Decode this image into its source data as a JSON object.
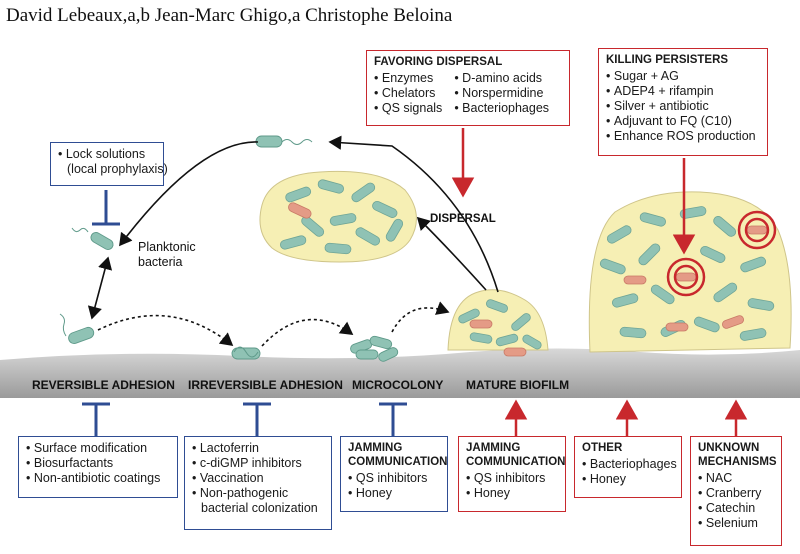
{
  "authors": "David Lebeaux,a,b Jean-Marc Ghigo,a Christophe Beloina",
  "labels": {
    "planktonic": "Planktonic",
    "bacteria": "bacteria",
    "dispersal": "DISPERSAL"
  },
  "stages": [
    "REVERSIBLE ADHESION",
    "IRREVERSIBLE ADHESION",
    "MICROCOLONY",
    "MATURE BIOFILM"
  ],
  "lock_box": {
    "items": [
      "Lock solutions",
      "(local prophylaxis)"
    ]
  },
  "favoring_dispersal": {
    "title": "FAVORING DISPERSAL",
    "col1": [
      "Enzymes",
      "Chelators",
      "QS signals"
    ],
    "col2": [
      "D-amino acids",
      "Norspermidine",
      "Bacteriophages"
    ]
  },
  "killing_persisters": {
    "title": "KILLING PERSISTERS",
    "items": [
      "Sugar + AG",
      "ADEP4 + rifampin",
      "Silver + antibiotic",
      "Adjuvant to FQ (C10)",
      "Enhance ROS production"
    ]
  },
  "bottom_boxes": {
    "surface": [
      "Surface modification",
      "Biosurfactants",
      "Non-antibiotic coatings"
    ],
    "irreversible": [
      "Lactoferrin",
      "c-diGMP inhibitors",
      "Vaccination",
      "Non-pathogenic",
      "bacterial colonization"
    ],
    "jamming_blue": {
      "title1": "JAMMING",
      "title2": "COMMUNICATION",
      "items": [
        "QS inhibitors",
        "Honey"
      ]
    },
    "jamming_red": {
      "title1": "JAMMING",
      "title2": "COMMUNICATION",
      "items": [
        "QS inhibitors",
        "Honey"
      ]
    },
    "other": {
      "title": "OTHER",
      "items": [
        "Bacteriophages",
        "Honey"
      ]
    },
    "unknown": {
      "title1": "UNKNOWN",
      "title2": "MECHANISMS",
      "items": [
        "NAC",
        "Cranberry",
        "Catechin",
        "Selenium"
      ]
    }
  },
  "colors": {
    "inhibit_blue": "#2f4d93",
    "promote_red": "#c8282d",
    "matrix_yellow": "#f6efb4",
    "cell_teal": "#8fc2b4",
    "persister_salmon": "#e49b86",
    "surface_gray": "#bdbdbd"
  }
}
